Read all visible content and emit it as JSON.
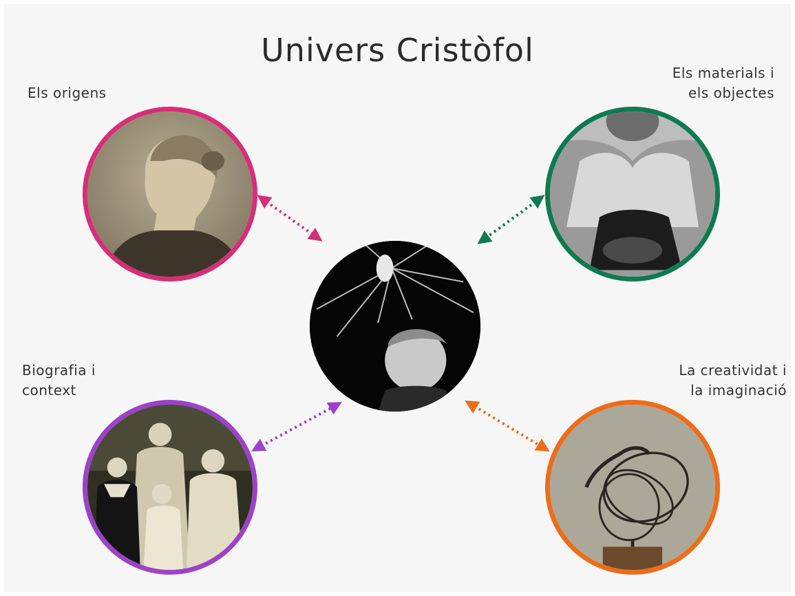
{
  "title": "Univers Cristòfol",
  "nodes": {
    "top_left": {
      "lines": [
        "Els origens"
      ],
      "color": "#d62e78",
      "icon": "portrait-photo"
    },
    "top_right": {
      "lines": [
        "Els materials i",
        "els objectes"
      ],
      "color": "#0f7a52",
      "icon": "craftsman-photo"
    },
    "bottom_left": {
      "lines": [
        "Biografia i",
        "context"
      ],
      "color": "#9d42c8",
      "icon": "family-photo"
    },
    "bottom_right": {
      "lines": [
        "La creatividat i",
        "la imaginació"
      ],
      "color": "#ec6d1a",
      "icon": "sculpture-photo"
    },
    "center": {
      "icon": "artist-portrait-photo"
    }
  }
}
